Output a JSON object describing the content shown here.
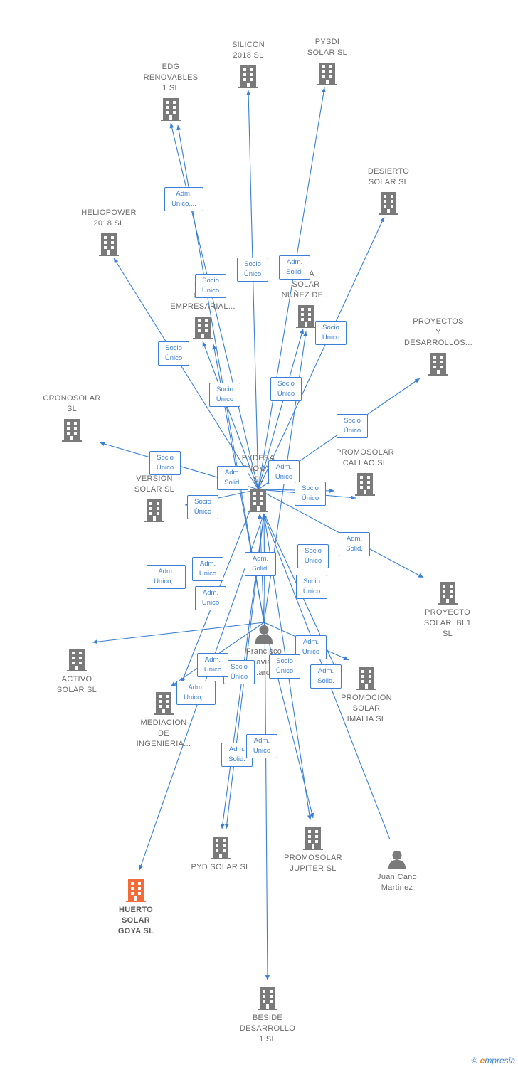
{
  "colors": {
    "edge": "#3a7fd5",
    "company": "#7a7a7a",
    "focus_company": "#f26b38",
    "person": "#7a7a7a"
  },
  "nodes": [
    {
      "id": "edg",
      "type": "company",
      "label": "EDG\nRENOVABLES\n1  SL"
    },
    {
      "id": "silicon",
      "type": "company",
      "label": "SILICON\n2018  SL"
    },
    {
      "id": "pysdi",
      "type": "company",
      "label": "PYSDI\nSOLAR  SL"
    },
    {
      "id": "desierto",
      "type": "company",
      "label": "DESIERTO\nSOLAR  SL"
    },
    {
      "id": "heliopower",
      "type": "company",
      "label": "HELIOPOWER\n2018  SL"
    },
    {
      "id": "pygestion",
      "type": "company",
      "label": "PY...\nGE...\nEMPRESARIAL..."
    },
    {
      "id": "planta",
      "type": "company",
      "label": "...TA\nSOLAR\nNUÑEZ DE..."
    },
    {
      "id": "proyectos",
      "type": "company",
      "label": "PROYECTOS\nY\nDESARROLLOS..."
    },
    {
      "id": "cronosolar",
      "type": "company",
      "label": "CRONOSOLAR\nSL"
    },
    {
      "id": "pydesa",
      "type": "company",
      "label": "PYDESA\n...ENOVAB...\nSL"
    },
    {
      "id": "promosolar_callao",
      "type": "company",
      "label": "PROMOSOLAR\nCALLAO  SL"
    },
    {
      "id": "version",
      "type": "company",
      "label": "VERSION\nSOLAR  SL"
    },
    {
      "id": "proyecto_ibi",
      "type": "company",
      "label": "PROYECTO\nSOLAR IBI 1\nSL"
    },
    {
      "id": "activo",
      "type": "company",
      "label": "ACTIVO\nSOLAR  SL"
    },
    {
      "id": "francisco",
      "type": "person",
      "label": "Francisco\n...avie...\n...arcia"
    },
    {
      "id": "promocion_imalia",
      "type": "company",
      "label": "PROMOCION\nSOLAR\nIMALIA  SL"
    },
    {
      "id": "mediacion",
      "type": "company",
      "label": "MEDIACION\nDE\nINGENIERIA..."
    },
    {
      "id": "pyd_solar",
      "type": "company",
      "label": "PYD SOLAR  SL"
    },
    {
      "id": "promosolar_jupiter",
      "type": "company",
      "label": "PROMOSOLAR\nJUPITER  SL"
    },
    {
      "id": "juan",
      "type": "person",
      "label": "Juan Cano\nMartinez"
    },
    {
      "id": "huerto",
      "type": "company",
      "focus": true,
      "label": "HUERTO\nSOLAR\nGOYA  SL"
    },
    {
      "id": "beside",
      "type": "company",
      "label": "BESIDE\nDESARROLLO\n1  SL"
    }
  ],
  "relations": [
    {
      "id": "r1",
      "label": "Adm.\nUnico,..."
    },
    {
      "id": "r2",
      "label": "Socio\nÚnico"
    },
    {
      "id": "r3",
      "label": "Adm.\nSolid."
    },
    {
      "id": "r4",
      "label": "Socio\nÚnico"
    },
    {
      "id": "r5",
      "label": "Socio\nÚnico"
    },
    {
      "id": "r6",
      "label": "Socio\nÚnico"
    },
    {
      "id": "r7",
      "label": "Socio\nÚnico"
    },
    {
      "id": "r8",
      "label": "Socio\nÚnico"
    },
    {
      "id": "r9",
      "label": "Socio\nÚnico"
    },
    {
      "id": "r10",
      "label": "Socio\nÚnico"
    },
    {
      "id": "r11",
      "label": "Adm.\nSolid."
    },
    {
      "id": "r12",
      "label": "Adm.\nUnico"
    },
    {
      "id": "r13",
      "label": "Socio\nÚnico"
    },
    {
      "id": "r14",
      "label": "Socio\nÚnico"
    },
    {
      "id": "r15",
      "label": "Adm.\nSolid."
    },
    {
      "id": "r16",
      "label": "Adm.\nUnico"
    },
    {
      "id": "r17",
      "label": "Adm.\nUnico,..."
    },
    {
      "id": "r18",
      "label": "Adm.\nSolid."
    },
    {
      "id": "r19",
      "label": "Socio\nÚnico"
    },
    {
      "id": "r20",
      "label": "Socio\nÚnico"
    },
    {
      "id": "r21",
      "label": "Adm.\nUnico"
    },
    {
      "id": "r22",
      "label": "Adm.\nUnico"
    },
    {
      "id": "r23",
      "label": "Socio\nÚnico"
    },
    {
      "id": "r24",
      "label": "Socio\nÚnico"
    },
    {
      "id": "r25",
      "label": "Adm.\nSolid."
    },
    {
      "id": "r26",
      "label": "Adm.\nUnico,..."
    },
    {
      "id": "r27",
      "label": "Adm.\nUnico"
    },
    {
      "id": "r28",
      "label": "Adm.\nSolid."
    },
    {
      "id": "r29",
      "label": "Adm.\nUnico"
    }
  ],
  "footer": {
    "copyright": "©",
    "brand_initial": "e",
    "brand_rest": "mpresia"
  }
}
